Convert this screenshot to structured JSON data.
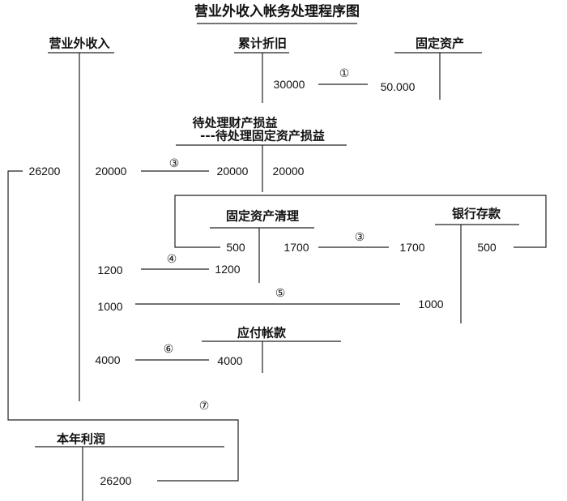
{
  "title": "营业外收入帐务处理程序图",
  "accounts": {
    "nonop_income": "营业外收入",
    "accum_depr": "累计折旧",
    "fixed_assets": "固定资产",
    "pending_loss_1": "待处理财产损益",
    "pending_loss_2": "---待处理固定资产损益",
    "fa_clearing": "固定资产清理",
    "bank": "银行存款",
    "payable": "应付帐款",
    "profit": "本年利润"
  },
  "steps": {
    "s1": "①",
    "s3a": "③",
    "s3b": "③",
    "s4": "④",
    "s5": "⑤",
    "s6": "⑥",
    "s7": "⑦"
  },
  "amounts": {
    "depr_debit": "30000",
    "fa_credit": "50.000",
    "income_total": "26200",
    "income_credit_3": "20000",
    "pending_debit": "20000",
    "pending_credit": "20000",
    "clearing_debit_500": "500",
    "clearing_credit_1700": "1700",
    "bank_debit_1700": "1700",
    "bank_credit_500": "500",
    "income_credit_4": "1200",
    "clearing_debit_1200": "1200",
    "income_credit_5": "1000",
    "bank_debit_1000": "1000",
    "income_credit_6": "4000",
    "payable_debit": "4000",
    "profit_credit": "26200"
  }
}
